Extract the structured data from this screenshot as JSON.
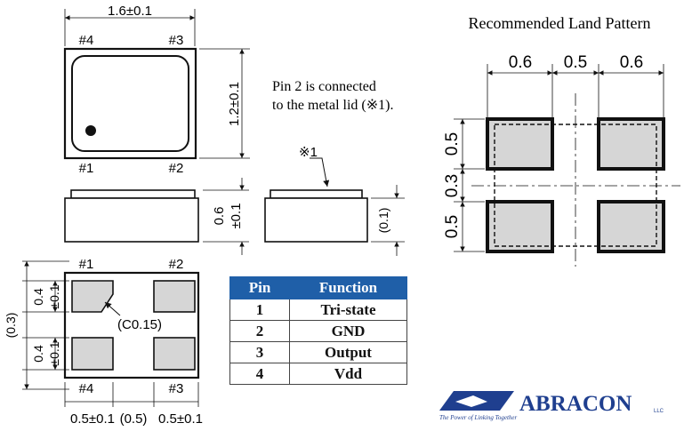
{
  "top_view": {
    "width_dim": "1.6±0.1",
    "height_dim_a": "1.2",
    "height_dim_b": "±0.1",
    "pin_tl": "#4",
    "pin_tr": "#3",
    "pin_bl": "#1",
    "pin_br": "#2"
  },
  "note": {
    "line1": "Pin 2 is connected",
    "line2": "to the metal lid (※1)."
  },
  "side_view": {
    "height_dim_a": "0.6",
    "height_dim_b": "±0.1",
    "lid_mark": "※1",
    "base_dim": "(0.1)"
  },
  "bottom_view": {
    "pin_tl": "#1",
    "pin_tr": "#2",
    "pin_bl": "#4",
    "pin_br": "#3",
    "chamfer": "(C0.15)",
    "pad_h_1": "0.4",
    "pad_h_1b": "±0.1",
    "pad_h_2": "0.4",
    "pad_h_2b": "±0.1",
    "gap_v": "(0.3)",
    "pad_w_left": "0.5±0.1",
    "gap_h": "(0.5)",
    "pad_w_right": "0.5±0.1"
  },
  "land_pattern": {
    "title": "Recommended Land Pattern",
    "dim_w1": "0.6",
    "dim_gap": "0.5",
    "dim_w2": "0.6",
    "dim_h1": "0.5",
    "dim_vgap": "0.3",
    "dim_h2": "0.5"
  },
  "pin_table": {
    "headers": [
      "Pin",
      "Function"
    ],
    "rows": [
      {
        "pin": "1",
        "function": "Tri-state"
      },
      {
        "pin": "2",
        "function": "GND"
      },
      {
        "pin": "3",
        "function": "Output"
      },
      {
        "pin": "4",
        "function": "Vdd"
      }
    ]
  },
  "logo": {
    "name": "ABRACON",
    "tagline": "The Power of Linking Together",
    "suffix": "LLC",
    "color": "#1f3f8f"
  }
}
